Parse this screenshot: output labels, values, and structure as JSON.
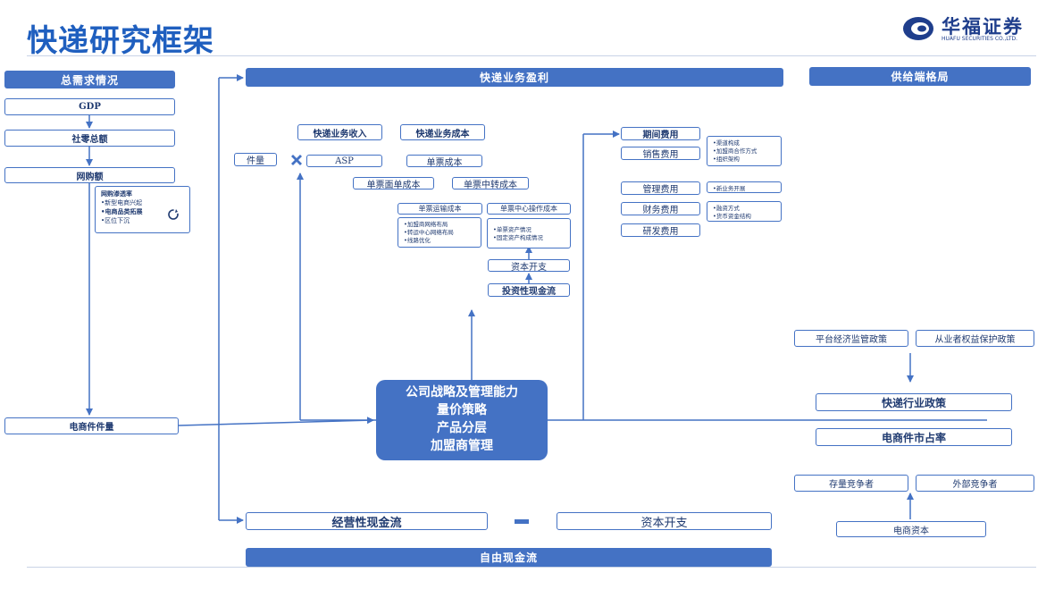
{
  "page": {
    "title": "快递研究框架"
  },
  "brand": {
    "name_cn": "华福证券",
    "name_en": "HUAFU SECURITIES CO.,LTD.",
    "color": "#1f3e8c"
  },
  "colors": {
    "accent": "#4472c4",
    "text": "#1f3a70"
  },
  "left": {
    "header": "总需求情况",
    "gdp": "GDP",
    "retail": "社零总额",
    "online": "网购额",
    "penetration": {
      "title": "网购渗透率",
      "items": [
        "新型电商兴起",
        "电商品类拓展",
        "区位下沉"
      ]
    },
    "ecommerce_volume": "电商件件量"
  },
  "center": {
    "header": "快递业务盈利",
    "revenue": "快递业务收入",
    "cost": "快递业务成本",
    "volume": "件量",
    "asp": "ASP",
    "unit_cost": "单票成本",
    "face_cost": "单票面单成本",
    "transfer_cost": "单票中转成本",
    "transport_cost": "单票运输成本",
    "center_op_cost": "单票中心操作成本",
    "transport_notes": [
      "加盟商网络布局",
      "转运中心网络布局",
      "线路优化"
    ],
    "center_notes": [
      "单票资产情况",
      "固定资产构成情况"
    ],
    "capex": "资本开支",
    "invest_cf": "投资性现金流"
  },
  "expenses": {
    "header": "期间费用",
    "selling": "销售费用",
    "selling_notes": [
      "渠道构成",
      "加盟商合作方式",
      "组织架构"
    ],
    "admin": "管理费用",
    "admin_notes": [
      "新业务开展"
    ],
    "finance": "财务费用",
    "finance_notes": [
      "融资方式",
      "货币资金结构"
    ],
    "rnd": "研发费用"
  },
  "core": {
    "lines": [
      "公司战略及管理能力",
      "量价策略",
      "产品分层",
      "加盟商管理"
    ]
  },
  "bottom": {
    "operating_cf": "经营性现金流",
    "capex": "资本开支",
    "free_cf": "自由现金流"
  },
  "right": {
    "header": "供给端格局",
    "platform_policy": "平台经济监管政策",
    "worker_policy": "从业者权益保护政策",
    "industry_policy": "快递行业政策",
    "market_share": "电商件市占率",
    "existing": "存量竞争者",
    "external": "外部竞争者",
    "ec_capital": "电商资本"
  }
}
